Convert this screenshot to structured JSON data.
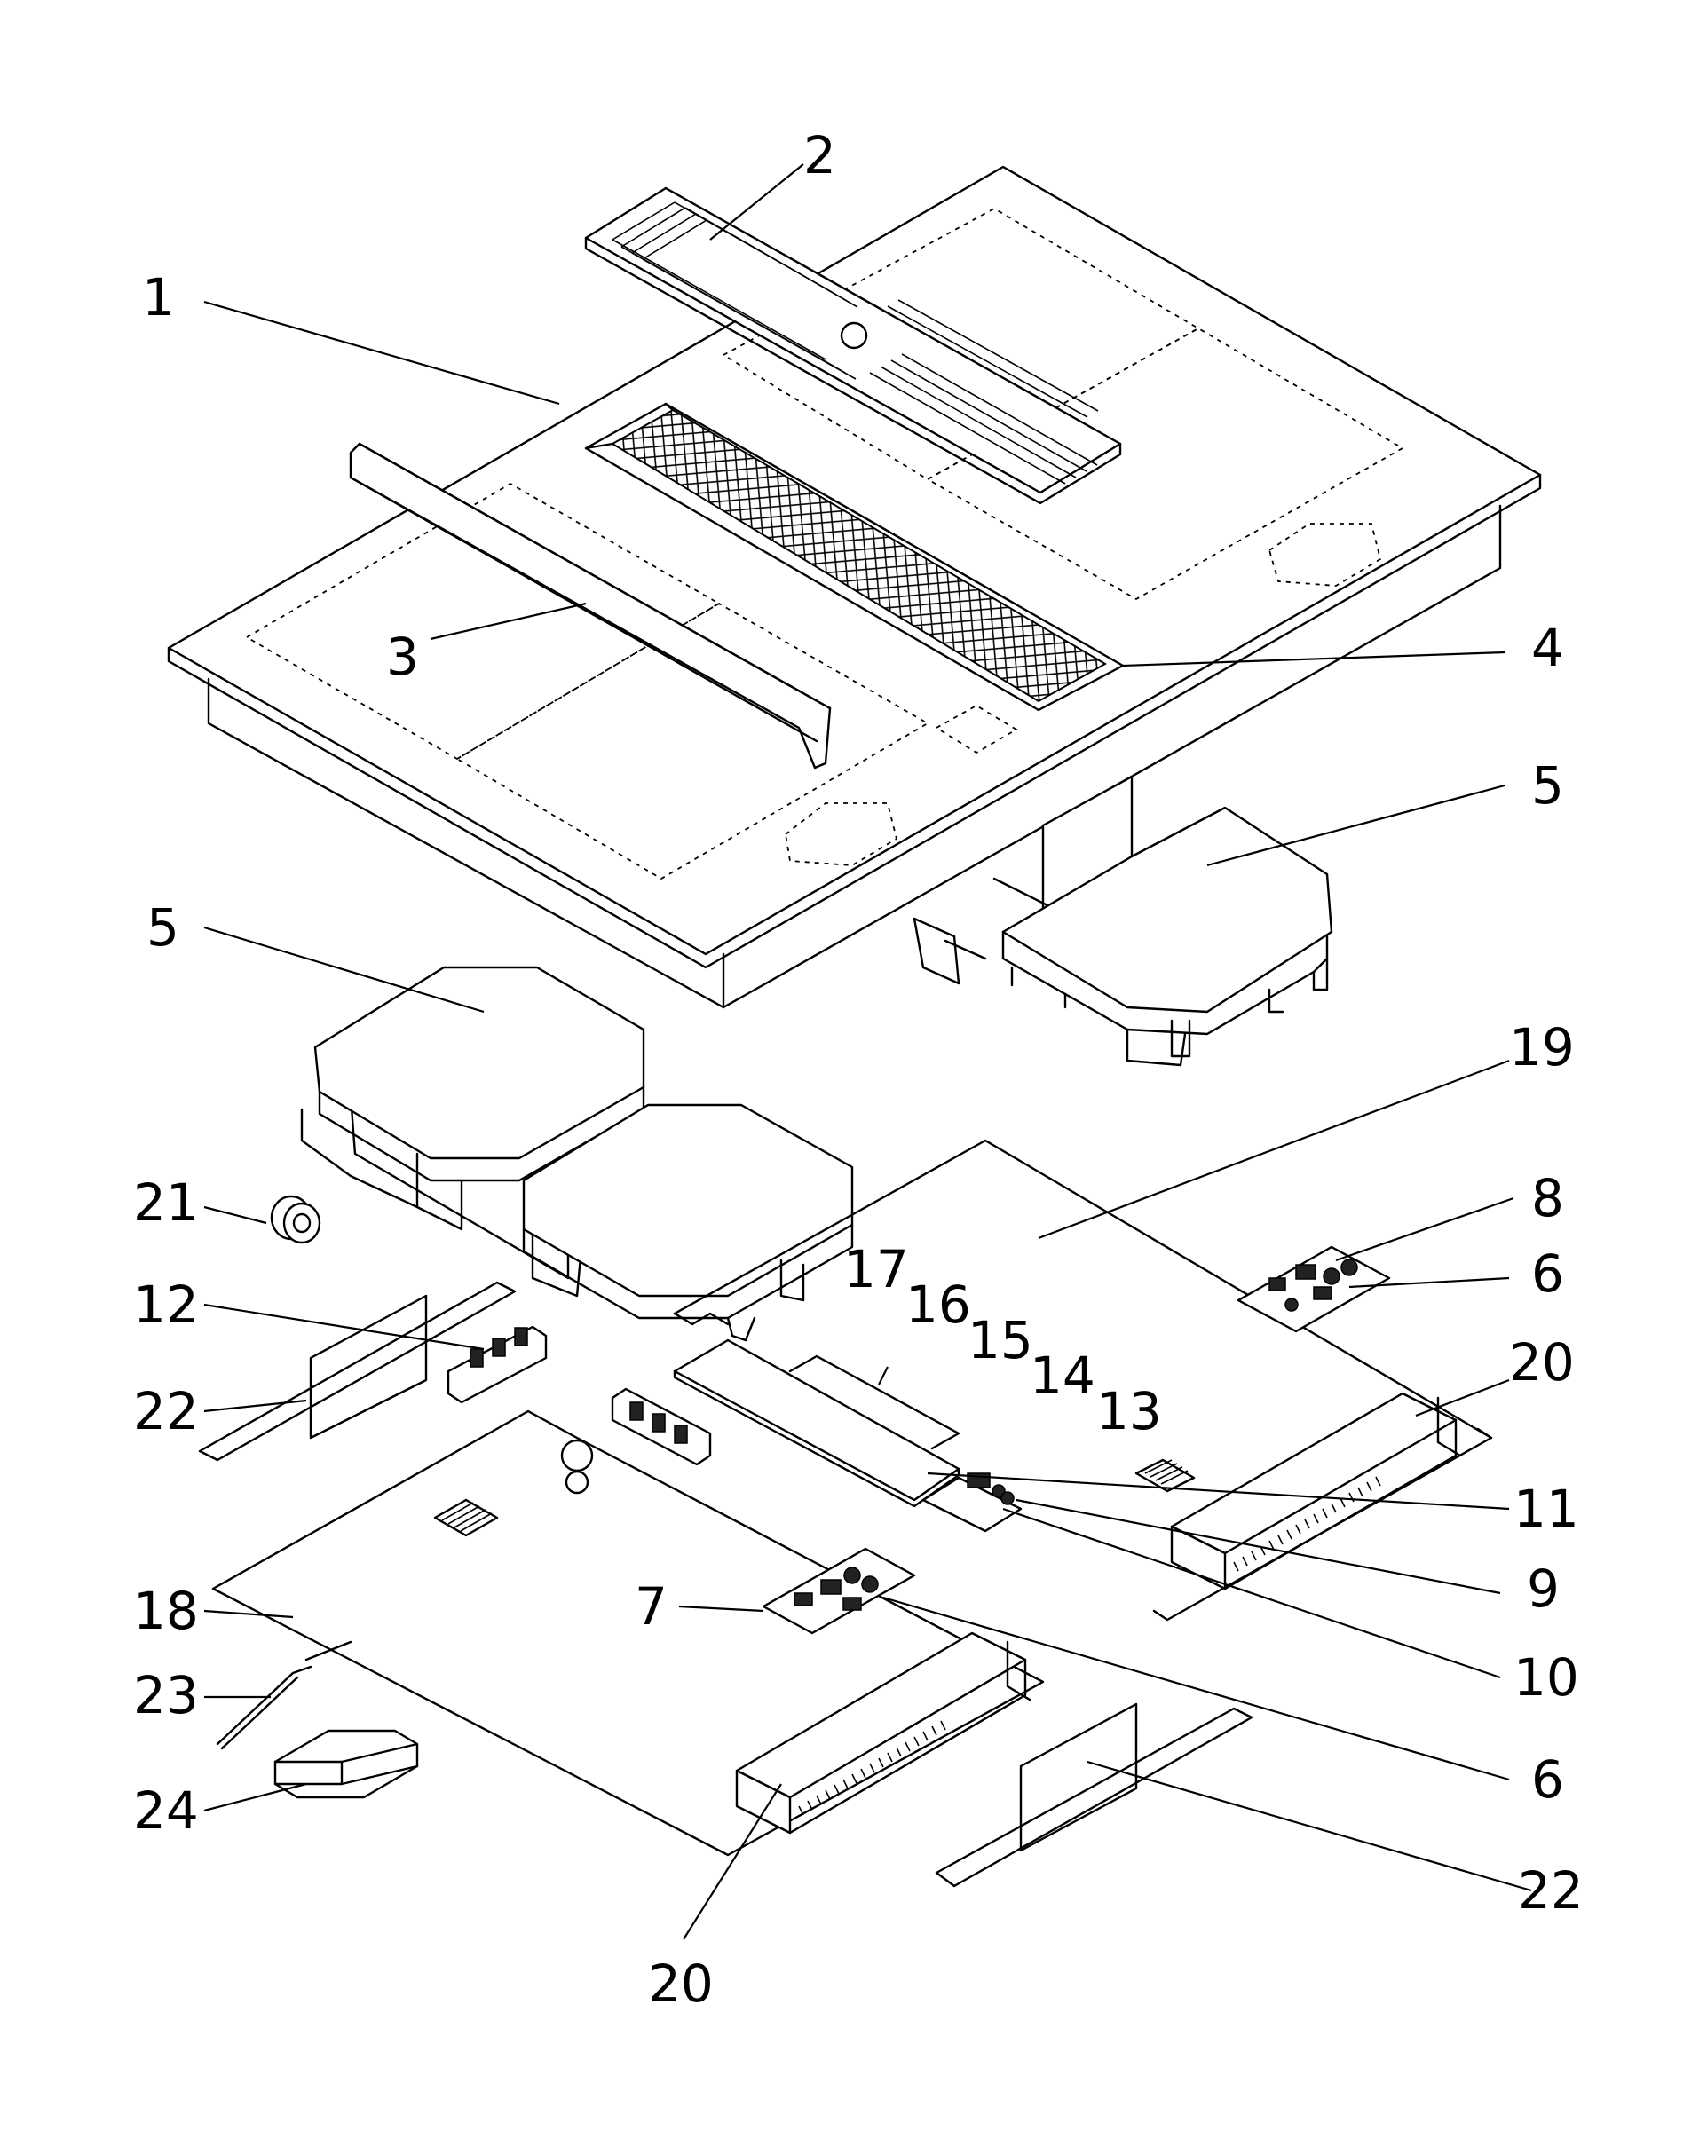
{
  "labels": {
    "l1": "1",
    "l2": "2",
    "l3": "3",
    "l4": "4",
    "l5a": "5",
    "l5b": "5",
    "l6a": "6",
    "l6b": "6",
    "l7": "7",
    "l8": "8",
    "l9": "9",
    "l10": "10",
    "l11": "11",
    "l12": "12",
    "l13": "13",
    "l14": "14",
    "l15": "15",
    "l16": "16",
    "l17": "17",
    "l18": "18",
    "l19": "19",
    "l20a": "20",
    "l20b": "20",
    "l21": "21",
    "l22a": "22",
    "l22b": "22",
    "l23": "23",
    "l24": "24"
  }
}
